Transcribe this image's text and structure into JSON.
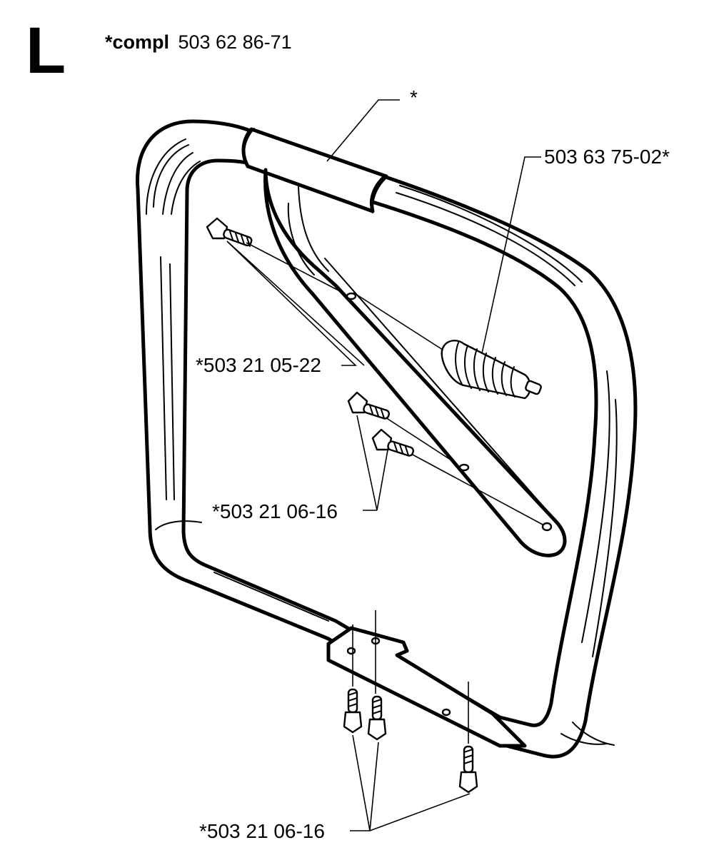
{
  "section_letter": "L",
  "assembly": {
    "prefix": "*compl",
    "number": "503 62 86-71"
  },
  "callouts": {
    "top_marker": "*",
    "spring": "503 63 75-02*",
    "upper_screws": "*503 21 05-22",
    "middle_screws": "*503 21 06-16",
    "bottom_screws": "*503 21 06-16"
  }
}
